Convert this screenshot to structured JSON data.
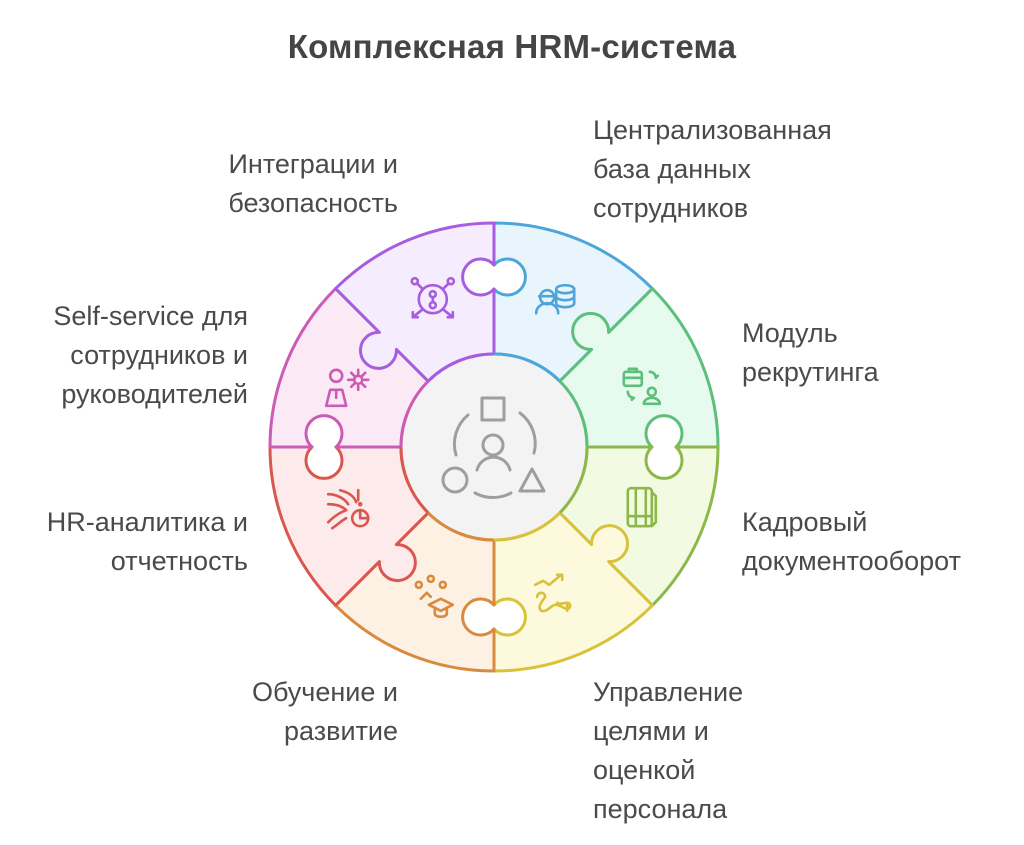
{
  "title": "Комплексная HRM-система",
  "center": {
    "icon": "people-shapes-network-icon",
    "fill": "#f3f3f3",
    "stroke": "#9e9e9e"
  },
  "segments": [
    {
      "id": "database",
      "lines": [
        "Централизованная",
        "база данных",
        "сотрудников"
      ],
      "icon": "worker-database-icon",
      "stroke": "#4ea5d9",
      "fill": "#e8f5fd"
    },
    {
      "id": "recruiting",
      "lines": [
        "Модуль",
        "рекрутинга"
      ],
      "icon": "briefcase-swap-person-icon",
      "stroke": "#5cbf7a",
      "fill": "#e6faee"
    },
    {
      "id": "documents",
      "lines": [
        "Кадровый",
        "документооборот"
      ],
      "icon": "documents-grid-icon",
      "stroke": "#8cb84a",
      "fill": "#f2fbe2"
    },
    {
      "id": "goals",
      "lines": [
        "Управление",
        "целями и",
        "оценкой",
        "персонала"
      ],
      "icon": "growth-trend-path-icon",
      "stroke": "#d9c23a",
      "fill": "#fdf9dc"
    },
    {
      "id": "learning",
      "lines": [
        "Обучение и",
        "развитие"
      ],
      "icon": "graduation-cap-team-icon",
      "stroke": "#d98a3e",
      "fill": "#fdf1e4"
    },
    {
      "id": "analytics",
      "lines": [
        "HR-аналитика и",
        "отчетность"
      ],
      "icon": "analytics-pie-chart-icon",
      "stroke": "#d9574f",
      "fill": "#fdeaea"
    },
    {
      "id": "selfservice",
      "lines": [
        "Self-service для",
        "сотрудников и",
        "руководителей"
      ],
      "icon": "person-gear-icon",
      "stroke": "#cc5bb5",
      "fill": "#fbe9f6"
    },
    {
      "id": "integrations",
      "lines": [
        "Интеграции и",
        "безопасность"
      ],
      "icon": "integration-hub-arrows-icon",
      "stroke": "#a65de0",
      "fill": "#f5ecfd"
    }
  ]
}
